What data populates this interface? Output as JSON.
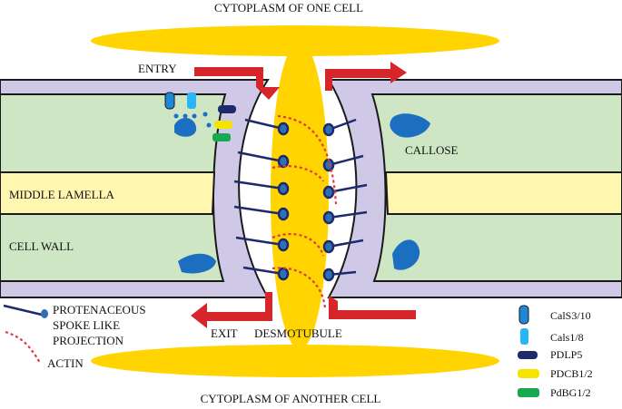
{
  "labels": {
    "top_cytoplasm": "CYTOPLASM OF ONE CELL",
    "bottom_cytoplasm": "CYTOPLASM OF ANOTHER CELL",
    "entry": "ENTRY",
    "exit": "EXIT",
    "desmotubule": "DESMOTUBULE",
    "callose": "CALLOSE",
    "middle_lamella": "MIDDLE LAMELLA",
    "cell_wall": "CELL WALL",
    "spoke_line1": "PROTENACEOUS",
    "spoke_line2": "SPOKE LIKE",
    "spoke_line3": "PROJECTION",
    "actin": "ACTIN"
  },
  "legend": [
    {
      "label": "CalS3/10",
      "color": "#1e88d6"
    },
    {
      "label": "Cals1/8",
      "color": "#29b6f6"
    },
    {
      "label": "PDLP5",
      "color": "#1f2a6b"
    },
    {
      "label": "PDCB1/2",
      "color": "#f5e400"
    },
    {
      "label": "PdBG1/2",
      "color": "#17a852"
    }
  ],
  "colors": {
    "cytoplasm": "#ffd400",
    "membrane": "#cfc8e6",
    "cell_wall": "#cfe6c4",
    "middle_lamella": "#fff6b0",
    "callose": "#1c6fc0",
    "arrow": "#d6262b",
    "spoke": "#1f2a6b",
    "actin": "#e0393b"
  }
}
